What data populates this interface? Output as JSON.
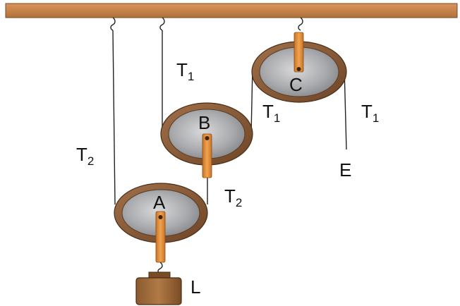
{
  "labels": {
    "pulley_a": "A",
    "pulley_b": "B",
    "pulley_c": "C",
    "load": "L",
    "free_end": "E",
    "tension_symbol": "T",
    "t1_index": "1",
    "t2_index": "2"
  },
  "colors": {
    "ceiling": "#c8874a",
    "rim": "#8a5a36",
    "disc": "#a9aaad",
    "bar": "#e0913c",
    "rope": "#222222"
  }
}
